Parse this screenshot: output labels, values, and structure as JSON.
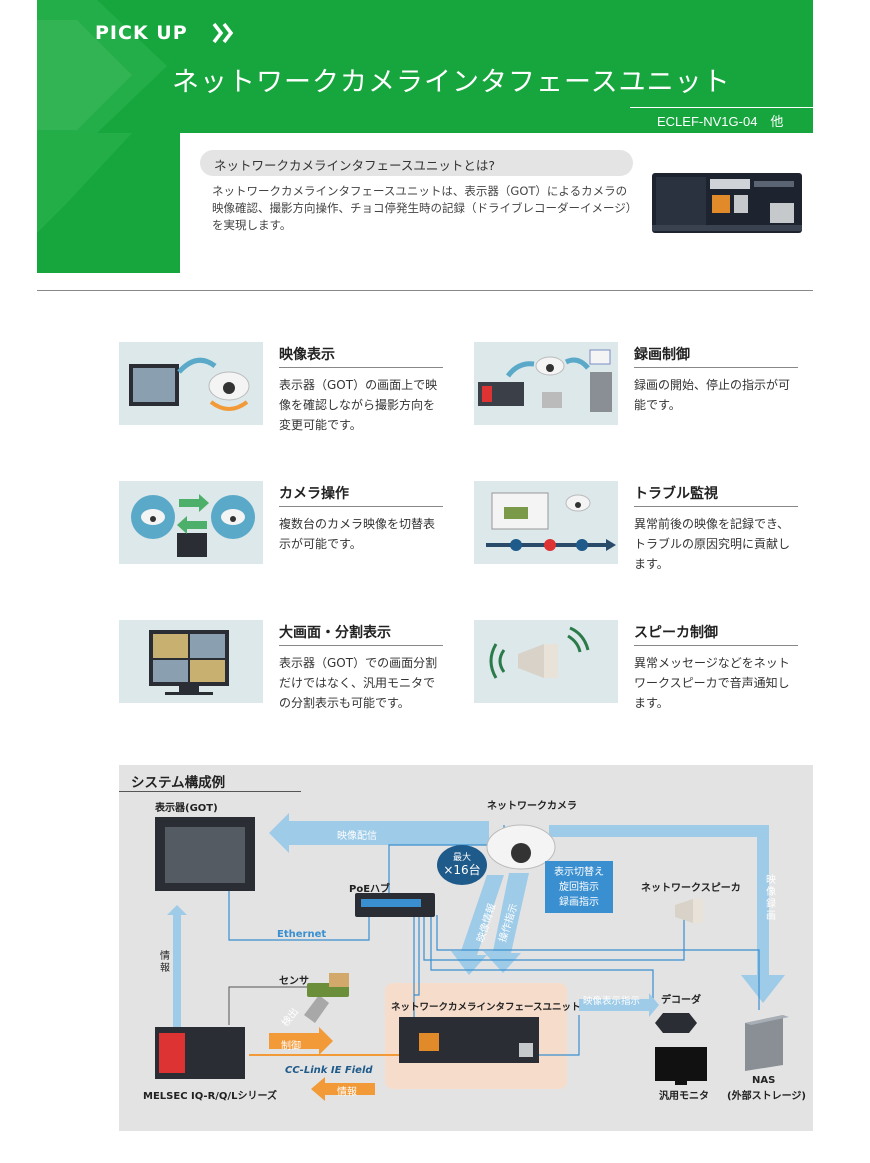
{
  "header": {
    "pickup": "PICK UP",
    "title": "ネットワークカメラインタフェースユニット",
    "model": "ECLEF-NV1G-04　他"
  },
  "intro": {
    "question": "ネットワークカメラインタフェースユニットとは?",
    "description_lines": [
      "ネットワークカメラインタフェースユニットは、表示器（GOT）によるカメラの",
      "映像確認、撮影方向操作、チョコ停発生時の記録（ドライブレコーダーイメージ）",
      "を実現します。"
    ]
  },
  "features": [
    {
      "title": "映像表示",
      "lines": [
        "表示器（GOT）の画面上で映",
        "像を確認しながら撮影方向を",
        "変更可能です。"
      ]
    },
    {
      "title": "録画制御",
      "lines": [
        "録画の開始、停止の指示が可",
        "能です。"
      ]
    },
    {
      "title": "カメラ操作",
      "lines": [
        "複数台のカメラ映像を切替表",
        "示が可能です。"
      ]
    },
    {
      "title": "トラブル監視",
      "lines": [
        "異常前後の映像を記録でき、",
        "トラブルの原因究明に貢献し",
        "ます。"
      ]
    },
    {
      "title": "大画面・分割表示",
      "lines": [
        "表示器（GOT）での画面分割",
        "だけではなく、汎用モニタで",
        "の分割表示も可能です。"
      ]
    },
    {
      "title": "スピーカ制御",
      "lines": [
        "異常メッセージなどをネット",
        "ワークスピーカで音声通知し",
        "ます。"
      ]
    }
  ],
  "system": {
    "title": "システム構成例",
    "got": "表示器(GOT)",
    "camera": "ネットワークカメラ",
    "video_dist": "映像配信",
    "badge_top": "最大",
    "badge_bottom": "×16台",
    "commands": [
      "表示切替え",
      "旋回指示",
      "録画指示"
    ],
    "poe_hub": "PoEハブ",
    "ethernet": "Ethernet",
    "speaker": "ネットワークスピーカ",
    "nas_record": "映像録画",
    "video_info": "映像情報",
    "operation": "操作指示",
    "info": "情報",
    "sensor": "センサ",
    "detect": "検出",
    "control": "制御",
    "info2": "情報",
    "nic": "ネットワークカメラインタフェースユニット",
    "video_display": "映像表示指示",
    "decoder": "デコーダ",
    "monitor": "汎用モニタ",
    "nas": "NAS",
    "nas_sub": "(外部ストレージ)",
    "plc": "MELSEC IQ-R/Q/Lシリーズ",
    "cclink": "CC-Link IE Field"
  },
  "colors": {
    "green": "#17a63e",
    "light_blue": "#9ecbe8",
    "blue": "#3a8fd0",
    "orange": "#f29a38",
    "nic_bg": "#f6dccb"
  }
}
